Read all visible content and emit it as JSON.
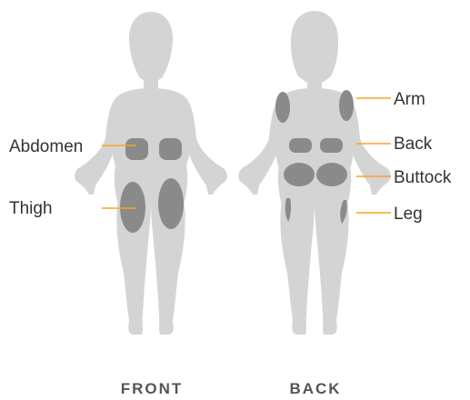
{
  "labels": {
    "abdomen": "Abdomen",
    "thigh": "Thigh",
    "arm": "Arm",
    "back": "Back",
    "buttock": "Buttock",
    "leg": "Leg"
  },
  "views": {
    "front": "FRONT",
    "back": "BACK"
  },
  "colors": {
    "body": "#d4d4d4",
    "injection_site": "#8a8a8a",
    "leader_line": "#f5a623",
    "label_text": "#333333",
    "view_text": "#555555"
  }
}
